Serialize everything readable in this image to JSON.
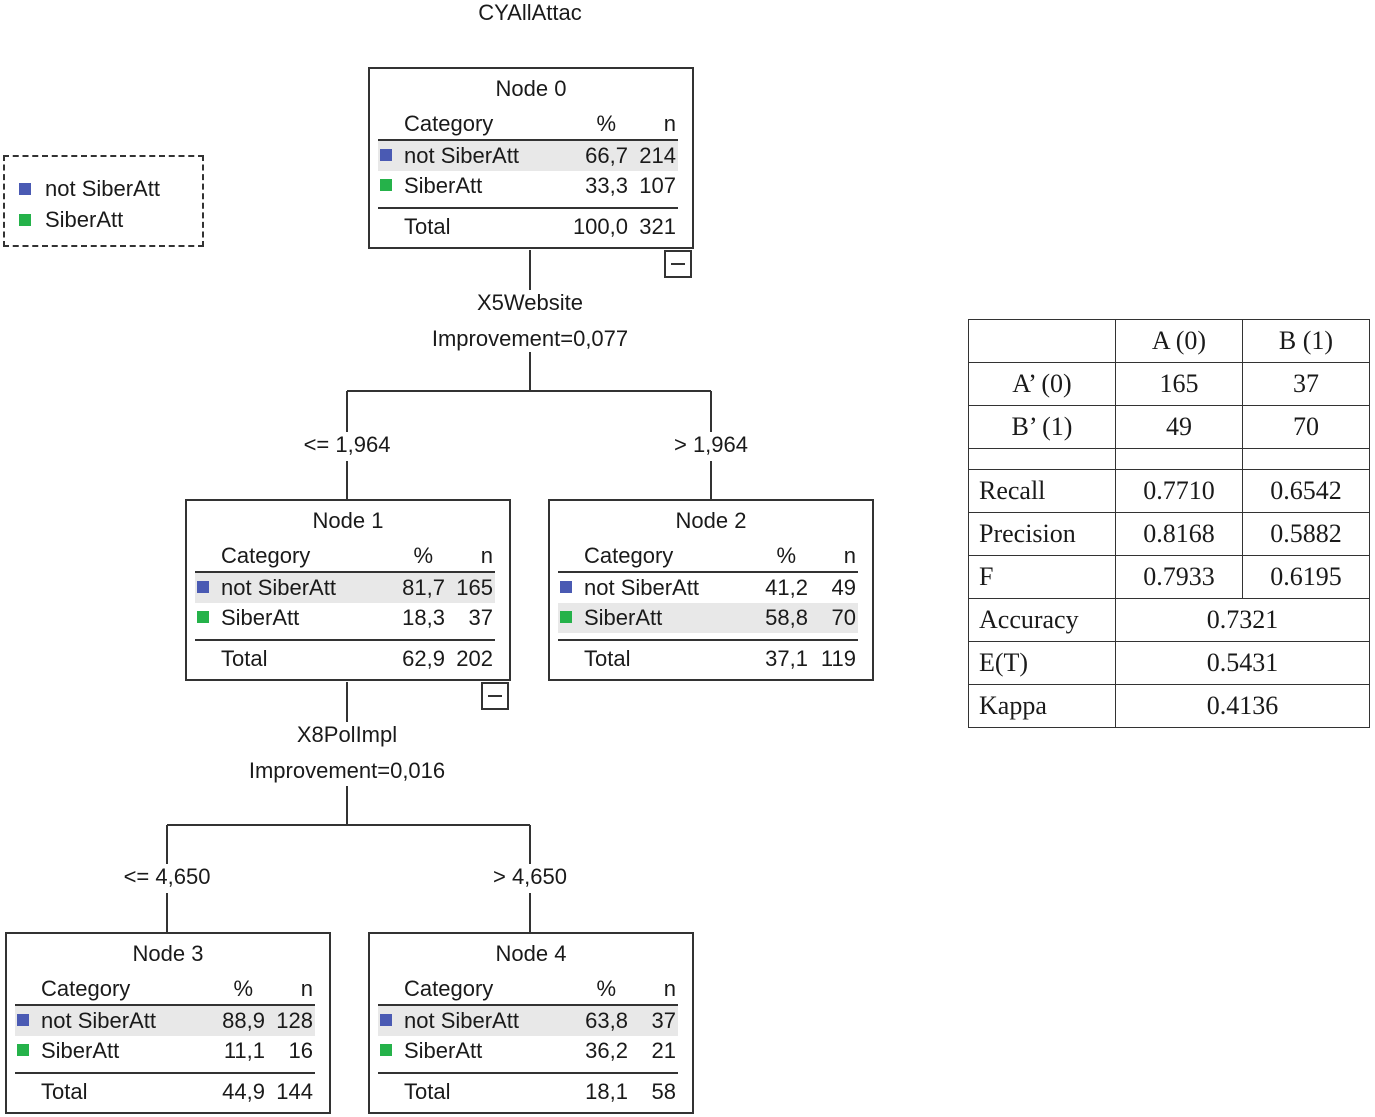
{
  "colors": {
    "not_siberatt": "#4a5ab3",
    "siberatt": "#25b24a"
  },
  "tree": {
    "title": "CYAllAttac",
    "legend": [
      {
        "label": "not SiberAtt",
        "color": "#4a5ab3"
      },
      {
        "label": "SiberAtt",
        "color": "#25b24a"
      }
    ],
    "headers": {
      "category": "Category",
      "pct": "%",
      "n": "n",
      "total": "Total"
    },
    "nodes": {
      "n0": {
        "title": "Node 0",
        "rows": [
          {
            "label": "not SiberAtt",
            "pct": "66,7",
            "n": "214",
            "highlight": true
          },
          {
            "label": "SiberAtt",
            "pct": "33,3",
            "n": "107",
            "highlight": false
          }
        ],
        "total_pct": "100,0",
        "total_n": "321"
      },
      "n1": {
        "title": "Node 1",
        "rows": [
          {
            "label": "not SiberAtt",
            "pct": "81,7",
            "n": "165",
            "highlight": true
          },
          {
            "label": "SiberAtt",
            "pct": "18,3",
            "n": "37",
            "highlight": false
          }
        ],
        "total_pct": "62,9",
        "total_n": "202"
      },
      "n2": {
        "title": "Node 2",
        "rows": [
          {
            "label": "not SiberAtt",
            "pct": "41,2",
            "n": "49",
            "highlight": false
          },
          {
            "label": "SiberAtt",
            "pct": "58,8",
            "n": "70",
            "highlight": true
          }
        ],
        "total_pct": "37,1",
        "total_n": "119"
      },
      "n3": {
        "title": "Node 3",
        "rows": [
          {
            "label": "not SiberAtt",
            "pct": "88,9",
            "n": "128",
            "highlight": true
          },
          {
            "label": "SiberAtt",
            "pct": "11,1",
            "n": "16",
            "highlight": false
          }
        ],
        "total_pct": "44,9",
        "total_n": "144"
      },
      "n4": {
        "title": "Node 4",
        "rows": [
          {
            "label": "not SiberAtt",
            "pct": "63,8",
            "n": "37",
            "highlight": true
          },
          {
            "label": "SiberAtt",
            "pct": "36,2",
            "n": "21",
            "highlight": false
          }
        ],
        "total_pct": "18,1",
        "total_n": "58"
      }
    },
    "splits": {
      "s0": {
        "variable": "X5Website",
        "improvement": "Improvement=0,077",
        "left": "<= 1,964",
        "right": "> 1,964"
      },
      "s1": {
        "variable": "X8PolImpl",
        "improvement": "Improvement=0,016",
        "left": "<= 4,650",
        "right": "> 4,650"
      }
    }
  },
  "confusion": {
    "col_headers": [
      "",
      "A (0)",
      "B (1)"
    ],
    "rows": [
      {
        "label": "A’ (0)",
        "a": "165",
        "b": "37"
      },
      {
        "label": "B’ (1)",
        "a": "49",
        "b": "70"
      }
    ],
    "metrics": [
      {
        "label": "Recall",
        "a": "0.7710",
        "b": "0.6542"
      },
      {
        "label": "Precision",
        "a": "0.8168",
        "b": "0.5882"
      },
      {
        "label": "F",
        "a": "0.7933",
        "b": "0.6195"
      }
    ],
    "summary": [
      {
        "label": "Accuracy",
        "value": "0.7321"
      },
      {
        "label": "E(T)",
        "value": "0.5431"
      },
      {
        "label": "Kappa",
        "value": "0.4136"
      }
    ]
  }
}
